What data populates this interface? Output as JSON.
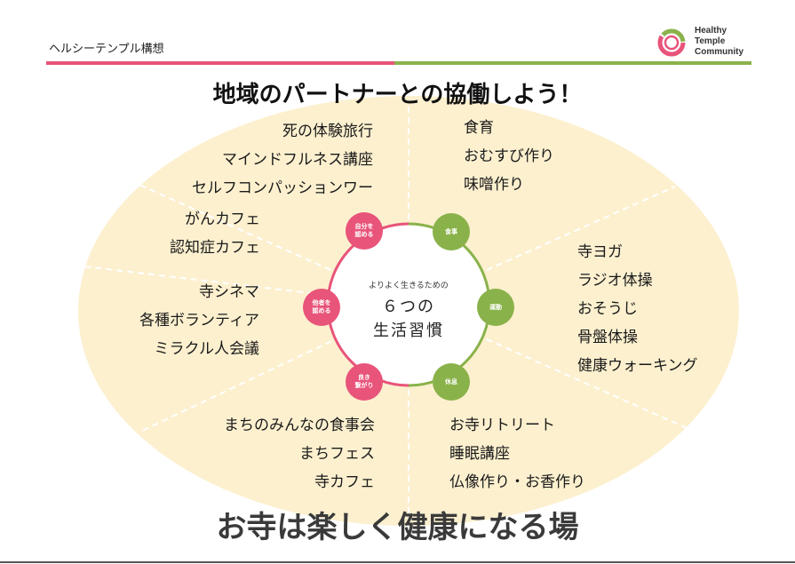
{
  "header": {
    "title": "ヘルシーテンプル構想",
    "logo_lines": [
      "Healthy",
      "Temple",
      "Community"
    ],
    "pink": "#e8547a",
    "green": "#8ab24a"
  },
  "headline": "地域のパートナーとの協働しよう！",
  "topics": {
    "top_left": [
      "死の体験旅行",
      "マインドフルネス講座",
      "セルフコンパッションワー"
    ],
    "top_right": [
      "食育",
      "おむすび作り",
      "味噌作り"
    ],
    "mid_left_upper": [
      "がんカフェ",
      "認知症カフェ"
    ],
    "mid_left_lower": [
      "寺シネマ",
      "各種ボランティア",
      "ミラクル人会議"
    ],
    "mid_right": [
      "寺ヨガ",
      "ラジオ体操",
      "おそうじ",
      "骨盤体操",
      "健康ウォーキング"
    ],
    "bottom_left": [
      "まちのみんなの食事会",
      "まちフェス",
      "寺カフェ"
    ],
    "bottom_right": [
      "お寺リトリート",
      "睡眠講座",
      "仏像作り・お香作り"
    ]
  },
  "center": {
    "subtitle": "よりよく生きるための",
    "title_line1": "６つの",
    "title_line2": "生活習慣"
  },
  "habits": {
    "self": "自分を\n認める",
    "food": "食事",
    "exercise": "運動",
    "rest": "休息",
    "bond": "良き\n繋がり",
    "others": "他者を\n認める"
  },
  "slogan": "お寺は楽しく健康になる場"
}
